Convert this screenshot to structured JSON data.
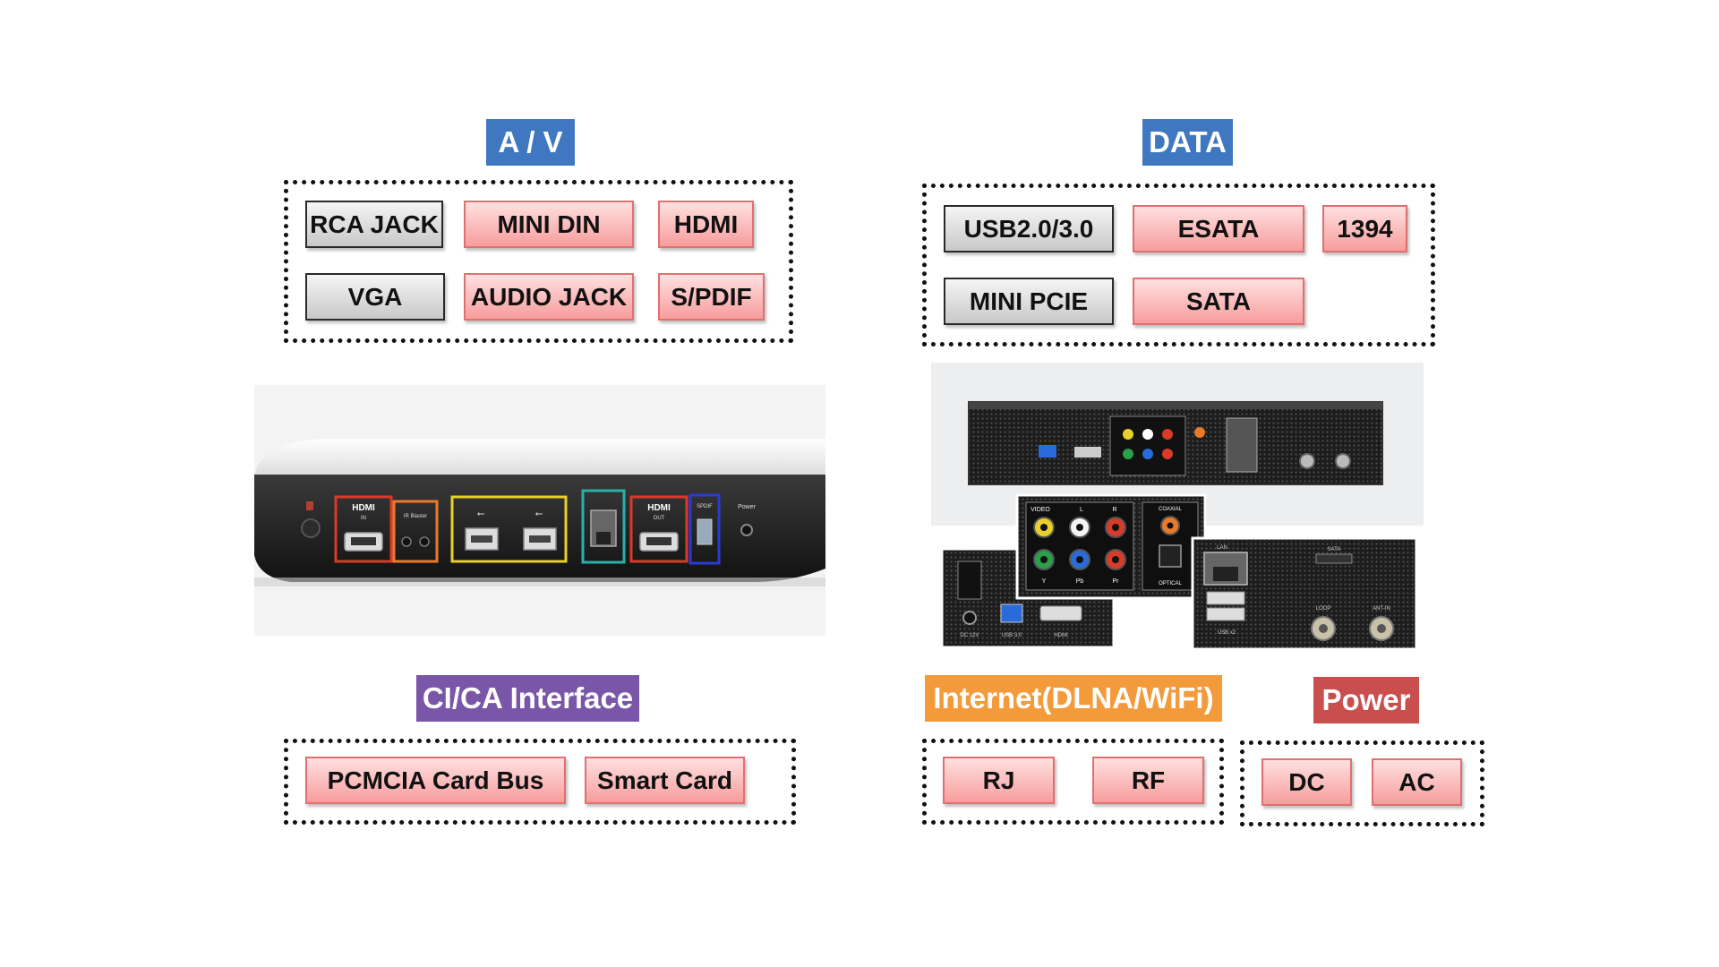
{
  "groups": {
    "av": {
      "title": "A / V",
      "color": "#3f78c0",
      "items": [
        "RCA JACK",
        "MINI DIN",
        "HDMI",
        "VGA",
        "AUDIO JACK",
        "S/PDIF"
      ]
    },
    "data": {
      "title": "DATA",
      "color": "#3f78c0",
      "items": [
        "USB2.0/3.0",
        "ESATA",
        "1394",
        "MINI PCIE",
        "SATA"
      ]
    },
    "ci": {
      "title": "CI/CA Interface",
      "color": "#7a56a8",
      "items": [
        "PCMCIA Card Bus",
        "Smart Card"
      ]
    },
    "internet": {
      "title": "Internet(DLNA/WiFi)",
      "color": "#f39a3b",
      "items": [
        "RJ",
        "RF"
      ]
    },
    "power": {
      "title": "Power",
      "color": "#c94f4f",
      "items": [
        "DC",
        "AC"
      ]
    }
  },
  "photo_left": {
    "labels": [
      "HDMI",
      "IN",
      "IR Blaster",
      "HDMI",
      "OUT",
      "SPDIF",
      "Power"
    ]
  },
  "photo_right": {
    "labels": [
      "VIDEO",
      "L",
      "R",
      "COAXIAL",
      "OPTICAL",
      "Y",
      "Pb",
      "Pr",
      "LAN",
      "SATA",
      "USB x2",
      "LOOP",
      "ANT-IN",
      "DC 12V",
      "USB 3.0",
      "HDMI"
    ]
  },
  "tag_colors": {
    "gray": "#d9d9d9",
    "pink": "#f7a8a8"
  }
}
